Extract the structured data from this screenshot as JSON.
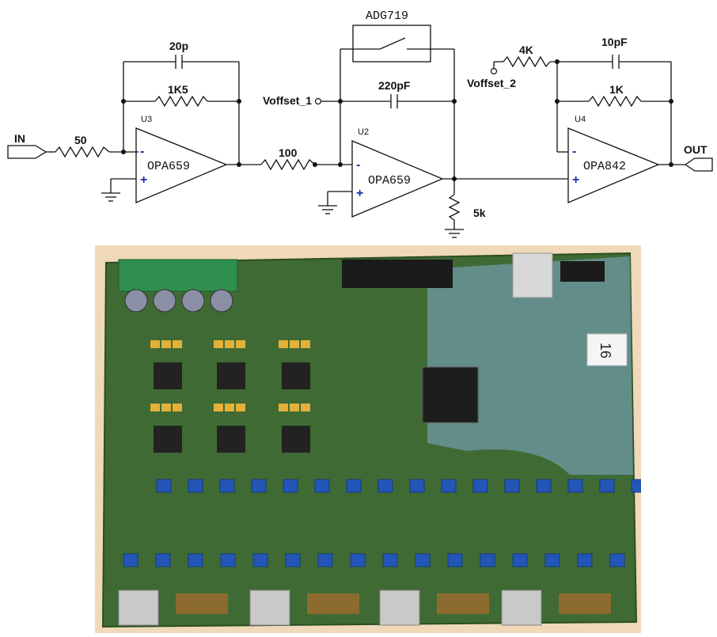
{
  "schematic": {
    "input_port": "IN",
    "output_port": "OUT",
    "stage1": {
      "ref": "U3",
      "part": "OPA659",
      "r_in": "50",
      "r_fb": "1K5",
      "c_fb": "20p"
    },
    "stage2": {
      "ref": "U2",
      "part": "OPA659",
      "r_in": "100",
      "c_fb": "220pF",
      "switch": "ADG719",
      "offset": "Voffset_1",
      "r_load": "5k"
    },
    "stage3": {
      "ref": "U4",
      "part": "OPA842",
      "r_fb": "1K",
      "c_fb": "10pF",
      "r_offset": "4K",
      "offset": "Voffset_2"
    },
    "minus_sign": "-",
    "plus_sign": "+"
  },
  "board": {
    "sticker": "16",
    "colors": {
      "pcb": "#3f6a33",
      "pcb_light": "#7ea8b6",
      "header": "#1b1b1b",
      "trimpot": "#2456b8",
      "terminal": "#2f8f4e",
      "tantalum": "#e3b03a",
      "background": "#efd9b8"
    }
  }
}
